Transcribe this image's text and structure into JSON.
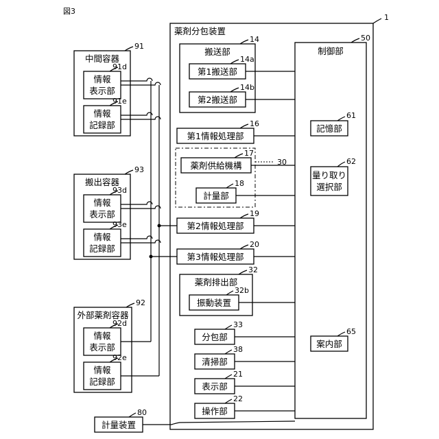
{
  "figure_label": "図3",
  "apparatus": {
    "title": "薬剤分包装置",
    "ref": "1"
  },
  "transport": {
    "title": "搬送部",
    "ref": "14",
    "first": {
      "label": "第1搬送部",
      "ref": "14a"
    },
    "second": {
      "label": "第2搬送部",
      "ref": "14b"
    }
  },
  "controller": {
    "title": "制御部",
    "ref": "50",
    "storage": {
      "label": "記憶部",
      "ref": "61"
    },
    "weighing_select": {
      "line1": "量り取り",
      "line2": "選択部",
      "ref": "62"
    },
    "guide": {
      "label": "案内部",
      "ref": "65"
    }
  },
  "info_proc_1": {
    "label": "第1情報処理部",
    "ref": "16"
  },
  "info_proc_2": {
    "label": "第2情報処理部",
    "ref": "19"
  },
  "info_proc_3": {
    "label": "第3情報処理部",
    "ref": "20"
  },
  "supply_group": {
    "ref": "30"
  },
  "supply": {
    "label": "薬剤供給機構",
    "ref": "17"
  },
  "weighing": {
    "label": "計量部",
    "ref": "18"
  },
  "discharge": {
    "title": "薬剤排出部",
    "ref": "32",
    "vibration": {
      "label": "振動装置",
      "ref": "32b"
    }
  },
  "packaging": {
    "label": "分包部",
    "ref": "33"
  },
  "cleaning": {
    "label": "清掃部",
    "ref": "38"
  },
  "display": {
    "label": "表示部",
    "ref": "21"
  },
  "operation": {
    "label": "操作部",
    "ref": "22"
  },
  "intermediate_container": {
    "title": "中間容器",
    "ref": "91",
    "info_display": {
      "line1": "情報",
      "line2": "表示部",
      "ref": "91d"
    },
    "info_record": {
      "line1": "情報",
      "line2": "記録部",
      "ref": "91e"
    }
  },
  "output_container": {
    "title": "搬出容器",
    "ref": "93",
    "info_display": {
      "line1": "情報",
      "line2": "表示部",
      "ref": "93d"
    },
    "info_record": {
      "line1": "情報",
      "line2": "記録部",
      "ref": "93e"
    }
  },
  "external_container": {
    "title": "外部薬剤容器",
    "ref": "92",
    "info_display": {
      "line1": "情報",
      "line2": "表示部",
      "ref": "92d"
    },
    "info_record": {
      "line1": "情報",
      "line2": "記録部",
      "ref": "92e"
    }
  },
  "weighing_device": {
    "label": "計量装置",
    "ref": "80"
  }
}
